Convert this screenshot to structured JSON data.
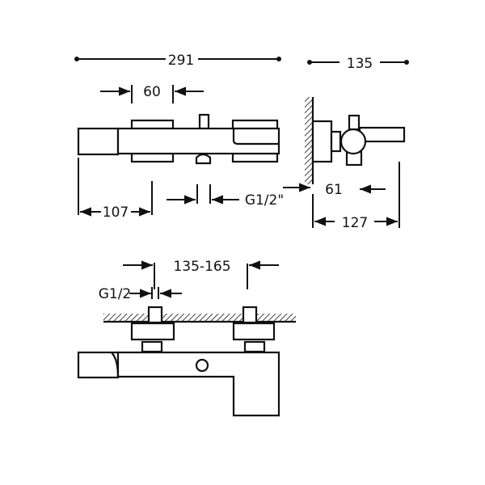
{
  "drawing": {
    "dimensions": {
      "overall_width": "291",
      "handle_width": "60",
      "spout_to_handle": "107",
      "diverter_thread": "G1/2\"",
      "side_depth": "135",
      "side_arm": "61",
      "side_projection": "127",
      "inlet_spacing": "135-165",
      "inlet_thread": "G1/2"
    },
    "line_color": "#111111",
    "background_color": "#ffffff"
  }
}
